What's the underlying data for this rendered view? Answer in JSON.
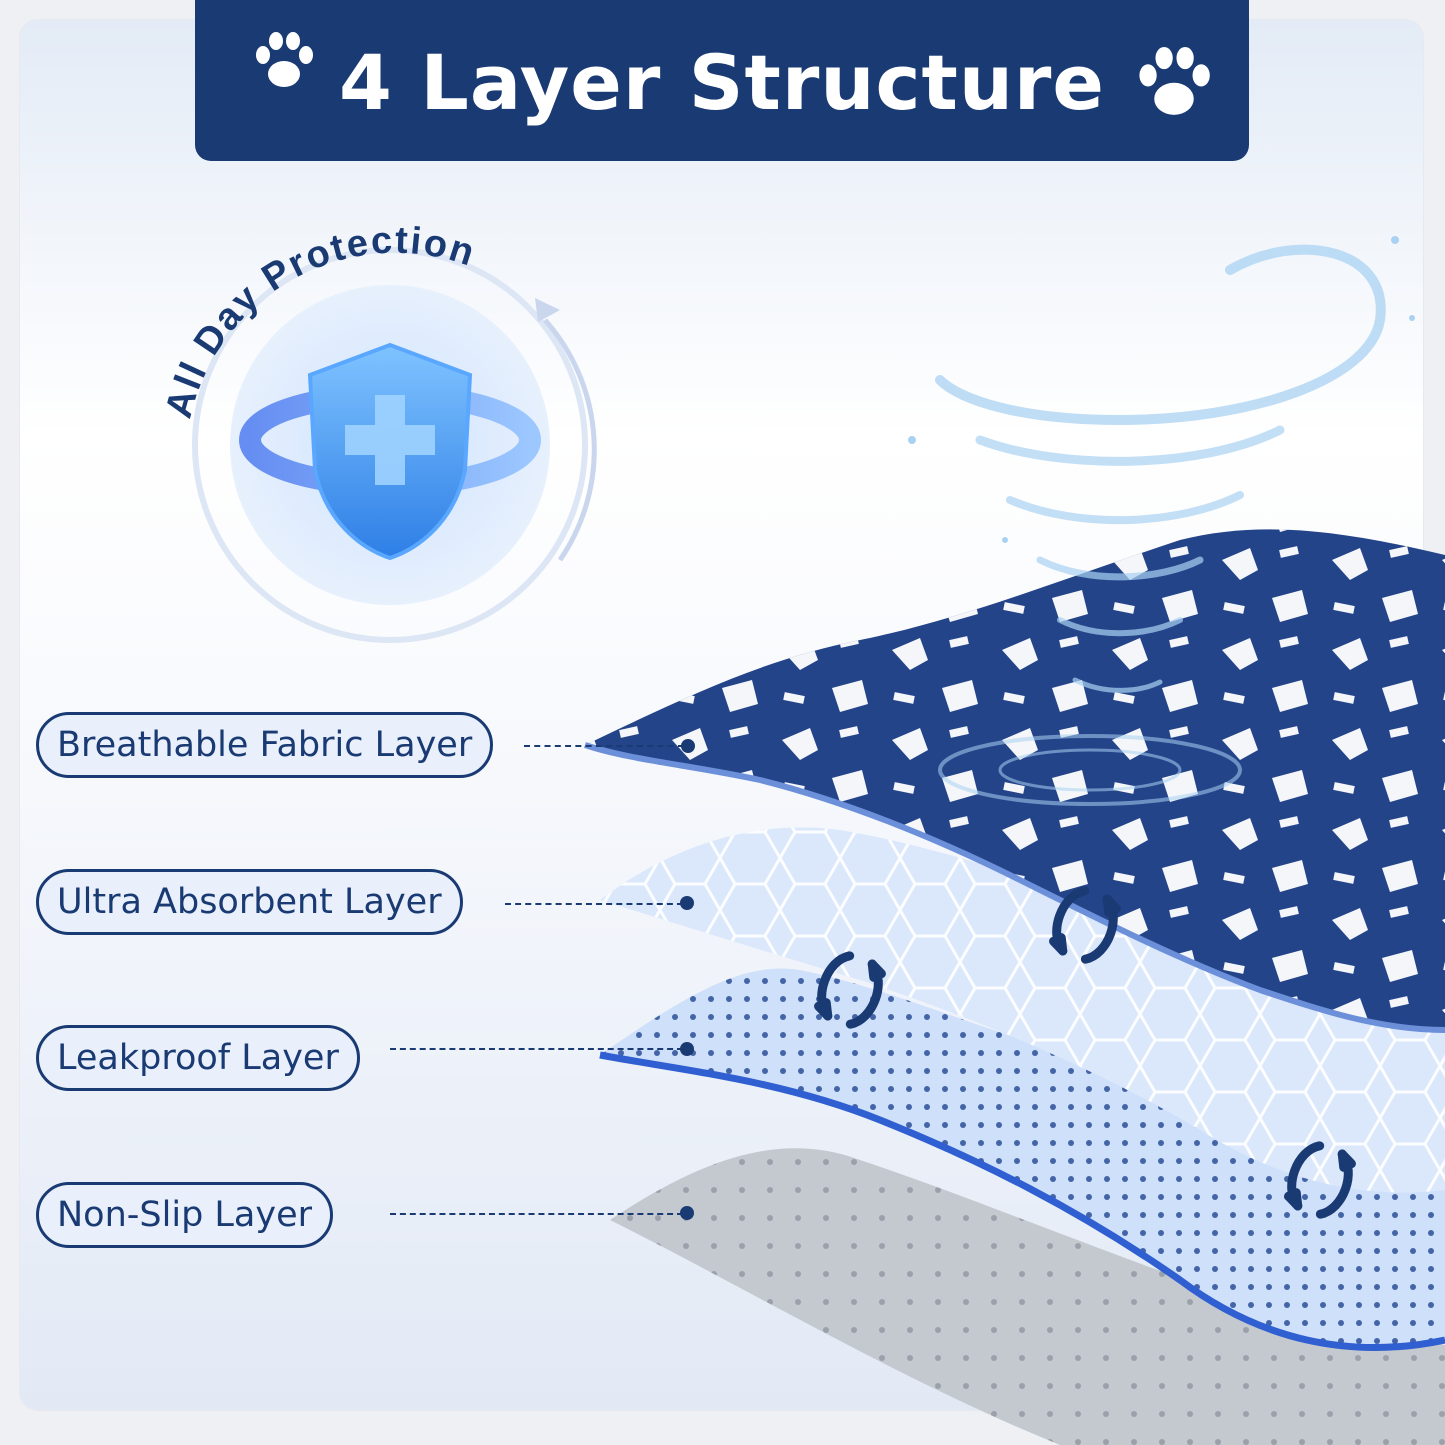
{
  "title": "4 Layer Structure",
  "badge": {
    "text": "All Day Protection"
  },
  "layers": [
    {
      "label": "Breathable Fabric Layer"
    },
    {
      "label": "Ultra Absorbent Layer"
    },
    {
      "label": "Leakproof Layer"
    },
    {
      "label": "Non-Slip Layer"
    }
  ],
  "icons": [
    "paw-icon",
    "shield-icon",
    "water-swirl-icon",
    "rotate-arrows-icon"
  ],
  "colors": {
    "navy": "#1a3a73",
    "fabric": "#24448a",
    "leakproof_edge": "#2f5fd0",
    "nonslip": "#b4bac3"
  }
}
